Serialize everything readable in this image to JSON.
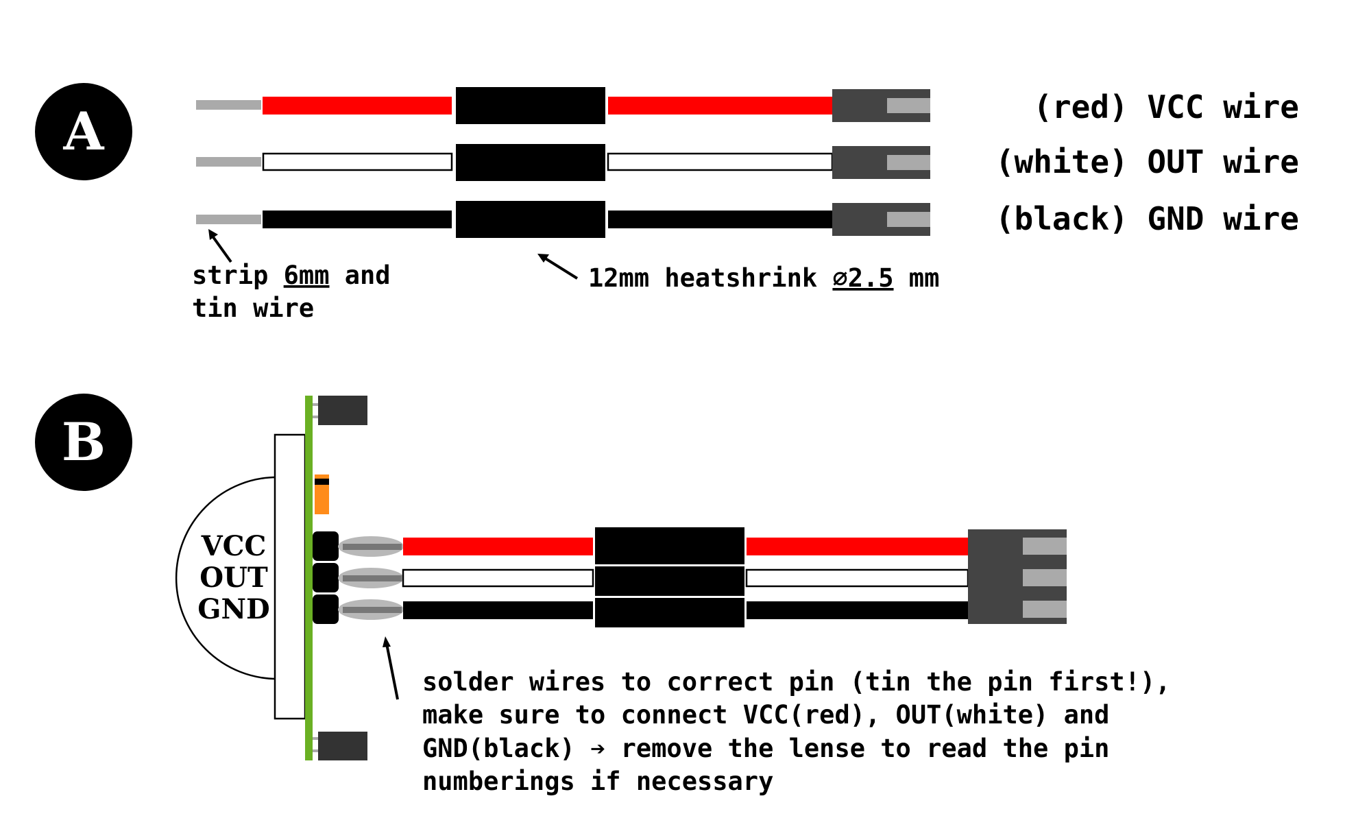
{
  "steps": {
    "a": {
      "badge": "A"
    },
    "b": {
      "badge": "B"
    }
  },
  "wires": [
    {
      "color_label": "(red)",
      "signal": "VCC",
      "suffix": "wire",
      "color": "#ff0000"
    },
    {
      "color_label": "(white)",
      "signal": "OUT",
      "suffix": "wire",
      "color": "#ffffff"
    },
    {
      "color_label": "(black)",
      "signal": "GND",
      "suffix": "wire",
      "color": "#000000"
    }
  ],
  "annotations": {
    "strip": {
      "text_1": "strip ",
      "length": "6mm",
      "text_2": " and",
      "line2": "tin wire"
    },
    "heatshrink": {
      "text_1": "12mm heatshrink ",
      "diameter": "∅2.5",
      "text_2": " mm"
    },
    "solder": {
      "line1": "solder wires to correct pin (tin the pin first!),",
      "line2": "make sure to connect VCC(red), OUT(white) and",
      "line3": "GND(black) ➔ remove the lense to read the pin",
      "line4": "numberings if necessary"
    }
  },
  "sensor": {
    "pins": [
      "VCC",
      "OUT",
      "GND"
    ]
  },
  "colors": {
    "red": "#ff0000",
    "connector": "#444444",
    "terminal": "#aaaaaa",
    "pcb": "#6ab023",
    "component": "#ff8c1a",
    "header": "#333333"
  }
}
